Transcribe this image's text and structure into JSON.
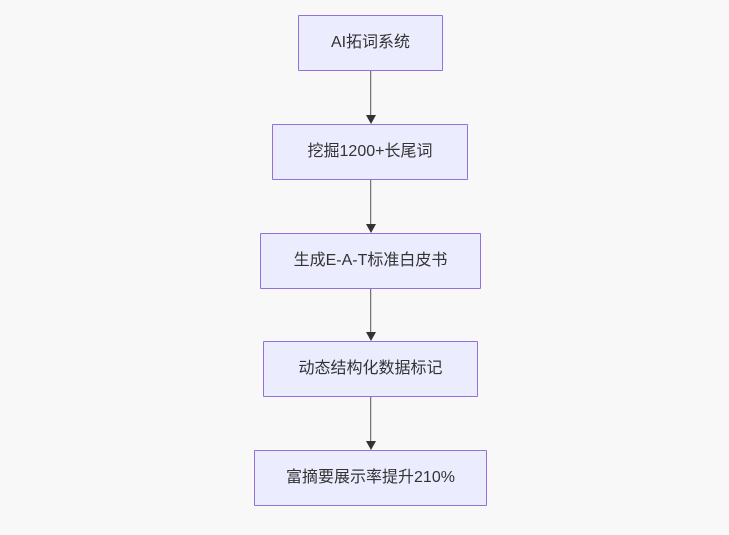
{
  "diagram": {
    "type": "flowchart",
    "direction": "top-down",
    "nodes": [
      {
        "id": "node-1",
        "label": "AI拓词系统"
      },
      {
        "id": "node-2",
        "label": "挖掘1200+长尾词"
      },
      {
        "id": "node-3",
        "label": "生成E-A-T标准白皮书"
      },
      {
        "id": "node-4",
        "label": "动态结构化数据标记"
      },
      {
        "id": "node-5",
        "label": "富摘要展示率提升210%"
      }
    ],
    "edges": [
      {
        "from": "node-1",
        "to": "node-2",
        "arrow": "down"
      },
      {
        "from": "node-2",
        "to": "node-3",
        "arrow": "down"
      },
      {
        "from": "node-3",
        "to": "node-4",
        "arrow": "down"
      },
      {
        "from": "node-4",
        "to": "node-5",
        "arrow": "down"
      }
    ],
    "colors": {
      "background": "#F8F8F8",
      "node_fill": "#ECECFF",
      "node_border": "#9370DB",
      "text": "#333333",
      "edge_line": "#555555",
      "arrowhead": "#333333"
    }
  }
}
